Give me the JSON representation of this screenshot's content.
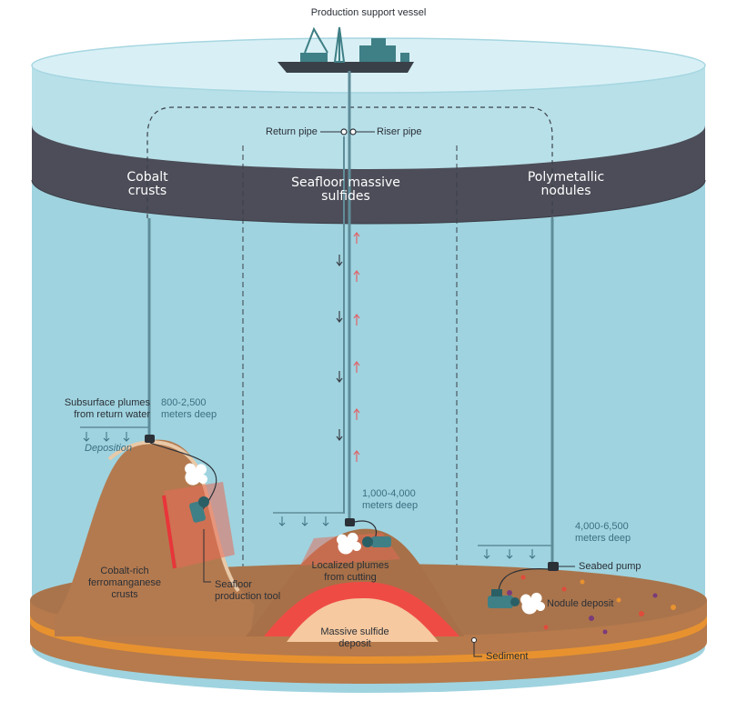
{
  "vessel_label": "Production support vessel",
  "pipes": {
    "return": "Return pipe",
    "riser": "Riser pipe"
  },
  "zones": {
    "cobalt": [
      "Cobalt",
      "crusts"
    ],
    "sulfides": [
      "Seafloor massive",
      "sulfides"
    ],
    "nodules": [
      "Polymetallic",
      "nodules"
    ]
  },
  "depths": {
    "cobalt": [
      "800-2,500",
      "meters deep"
    ],
    "sulfides": [
      "1,000-4,000",
      "meters deep"
    ],
    "nodules": [
      "4,000-6,500",
      "meters deep"
    ]
  },
  "labels": {
    "subsurface_plumes": [
      "Subsurface plumes",
      "from return water"
    ],
    "deposition": "Deposition",
    "cobalt_rich": [
      "Cobalt-rich",
      "ferromanganese",
      "crusts"
    ],
    "production_tool": [
      "Seafloor",
      "production tool"
    ],
    "localized_plumes": [
      "Localized plumes",
      "from cutting"
    ],
    "massive_sulfide": [
      "Massive sulfide",
      "deposit"
    ],
    "seabed_pump": "Seabed pump",
    "nodule_deposit": "Nodule deposit",
    "sediment": "Sediment"
  },
  "colors": {
    "water_light": "#bfe4ec",
    "water": "#9fd3df",
    "dark_band": "#4c4d58",
    "seafloor": "#b47a4f",
    "sediment_orange": "#e8922f",
    "sulfide_red": "#ef4b45",
    "sulfide_core": "#f6c9a0"
  }
}
